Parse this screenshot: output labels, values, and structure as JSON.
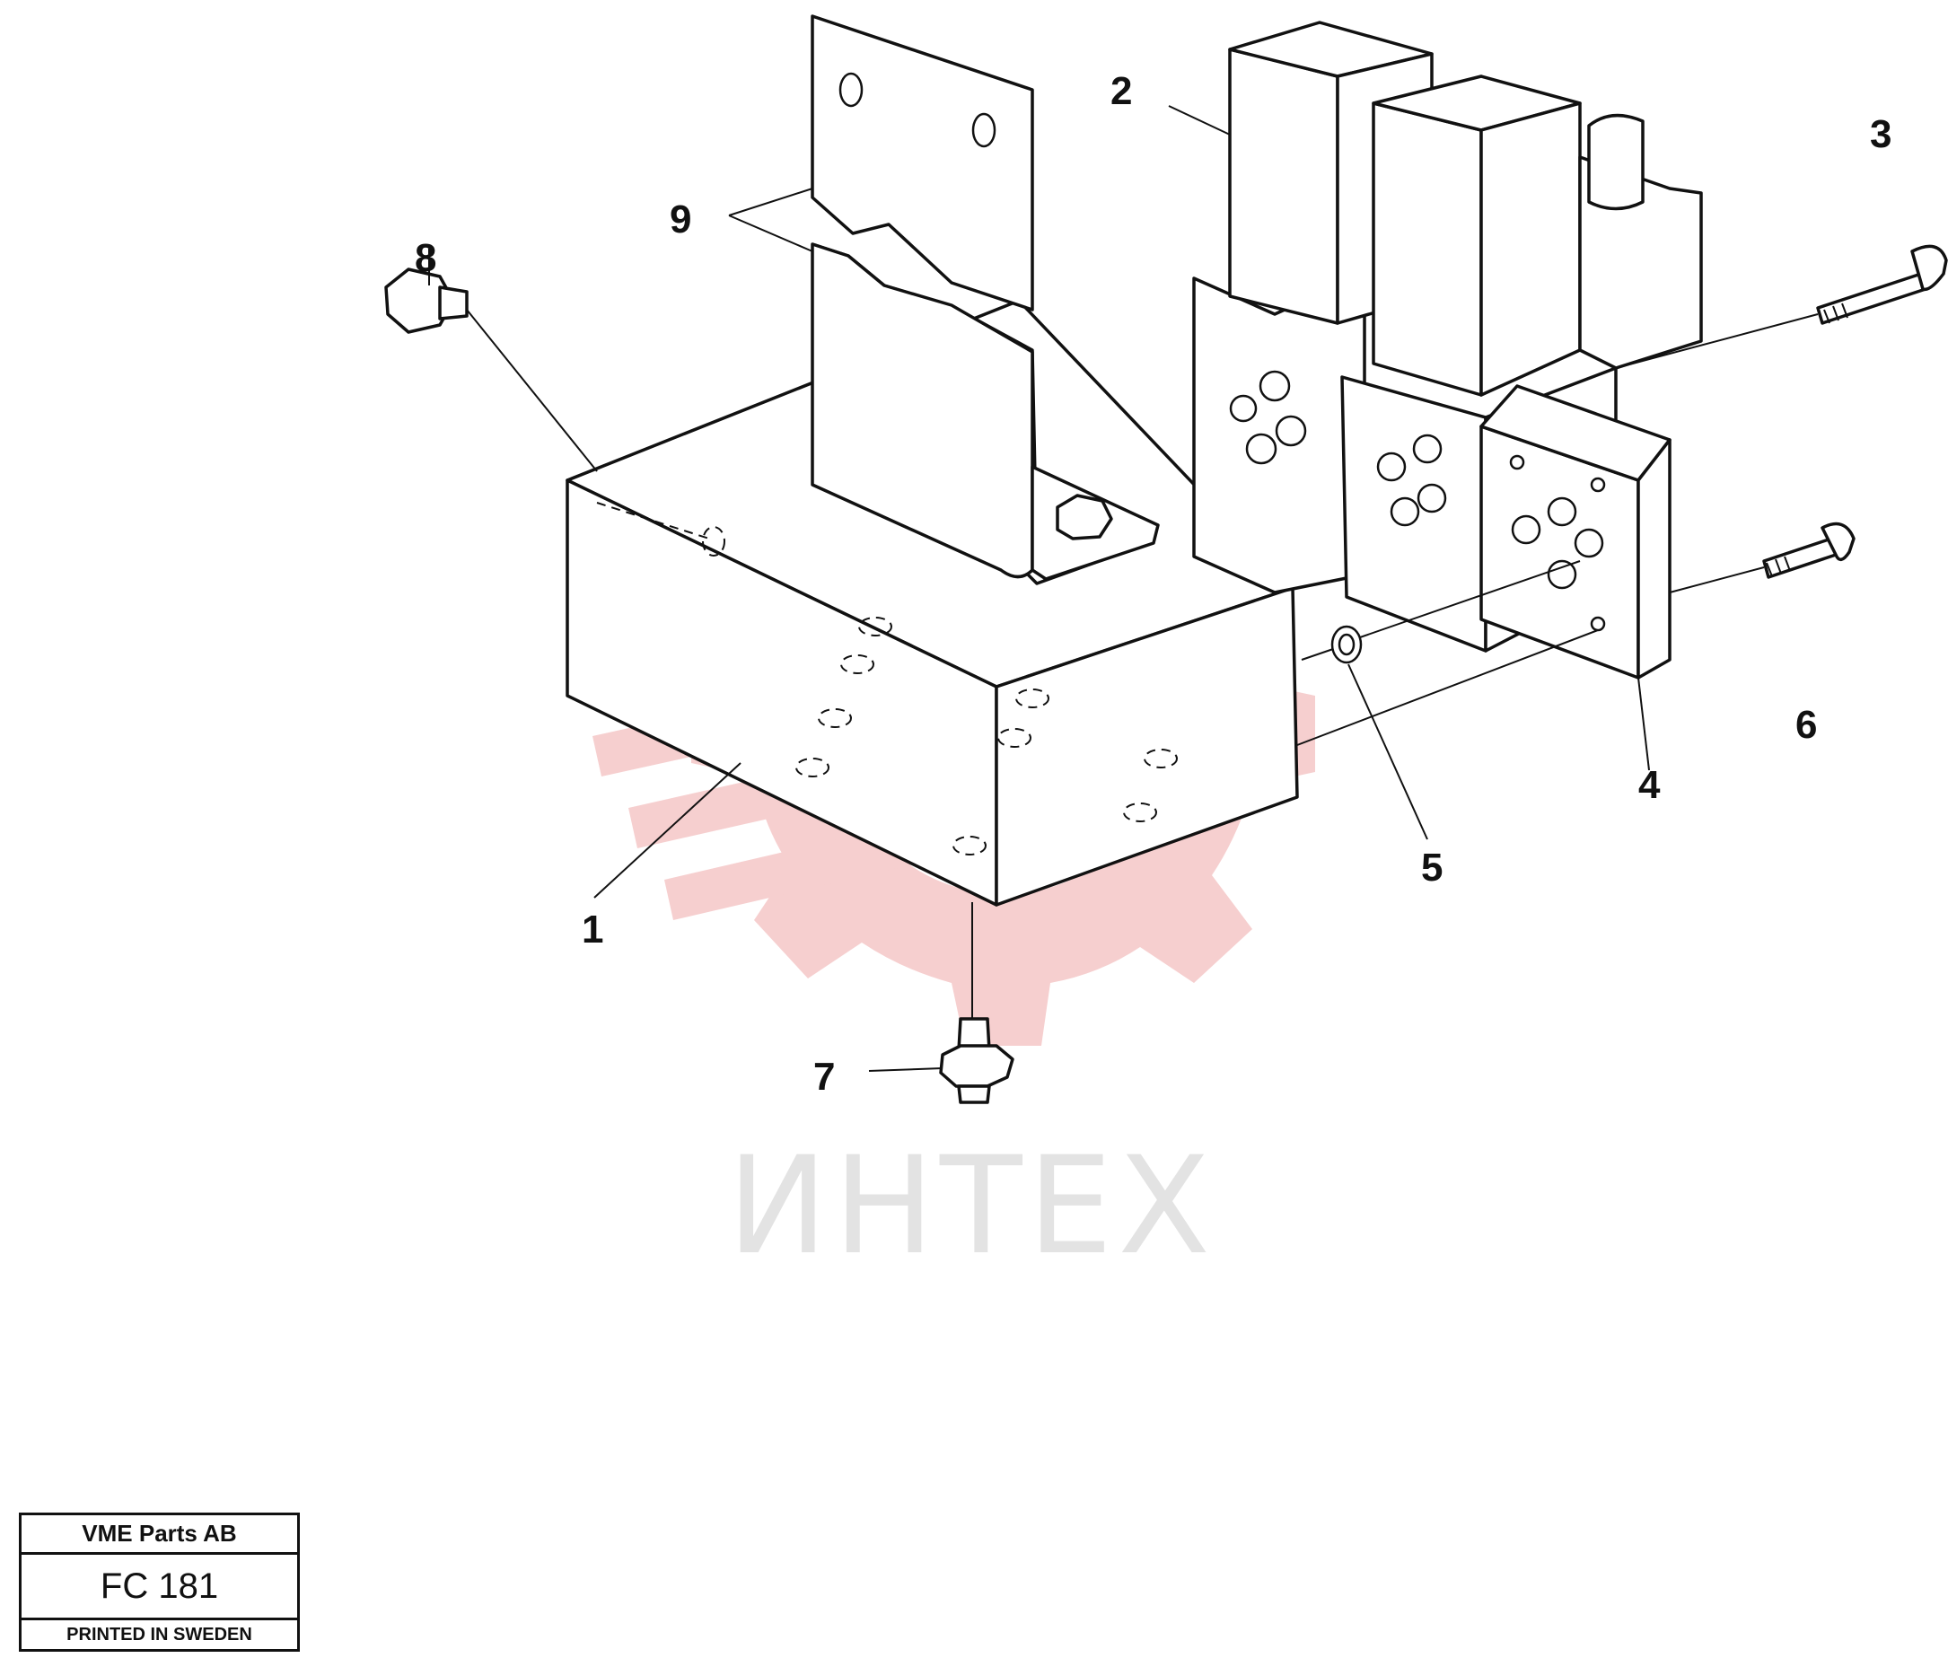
{
  "watermark": {
    "text": "ИНТЕХ",
    "gear_color": "#f5c7c7",
    "text_color": "#e3e3e3"
  },
  "callouts": [
    "1",
    "2",
    "3",
    "4",
    "5",
    "6",
    "7",
    "8",
    "9"
  ],
  "title_block": {
    "company": "VME Parts AB",
    "code": "FC 181",
    "printed": "PRINTED IN SWEDEN"
  }
}
